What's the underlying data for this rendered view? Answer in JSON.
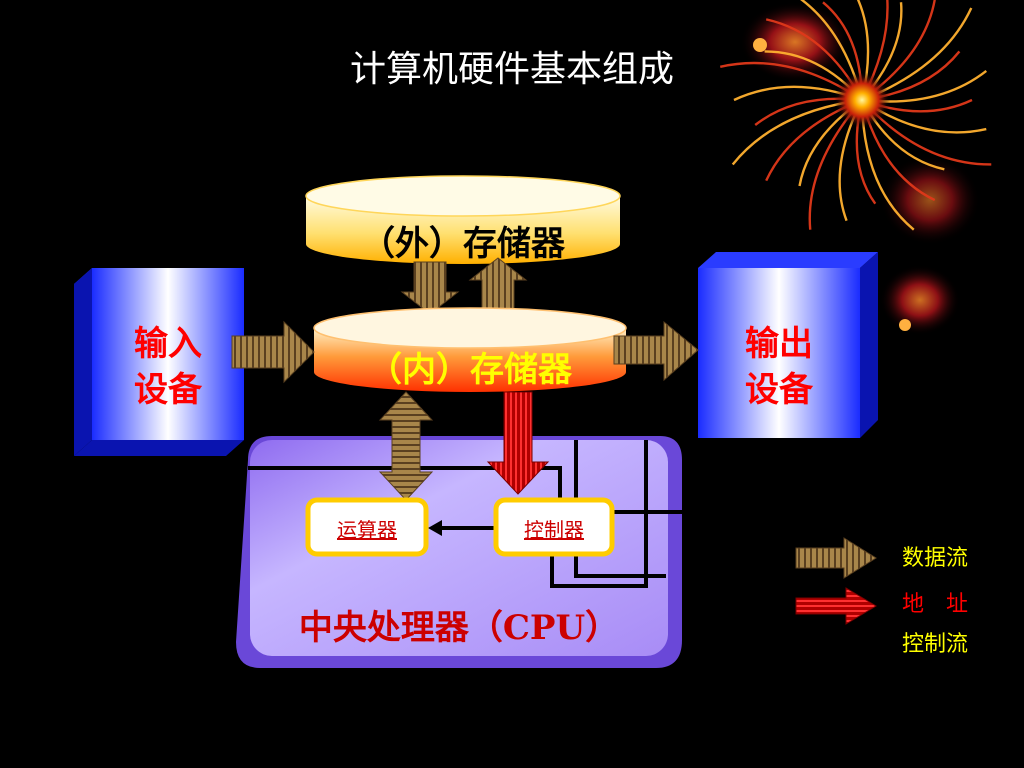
{
  "title": "计算机硬件基本组成",
  "nodes": {
    "external_storage": "（外）存储器",
    "internal_storage": "（内）存储器",
    "input_device": [
      "输入",
      "设备"
    ],
    "output_device": [
      "输出",
      "设备"
    ],
    "alu": "运算器",
    "controller": "控制器",
    "cpu": "中央处理器（CPU）"
  },
  "legend": {
    "data_flow": "数据流",
    "address": "地　址",
    "control_flow": "控制流"
  },
  "colors": {
    "background": "#000000",
    "title": "#ffffff",
    "device_label": "#ff0000",
    "storage_label": "#000000",
    "internal_storage_label": "#ffff00",
    "cpu_label": "#cc0000",
    "cpu_body": "#9d7cf0",
    "device_body": "#2a3cff",
    "box_border": "#ffcc00",
    "legend_data": "#ffff00",
    "legend_address": "#ff0000",
    "legend_control": "#ffff00",
    "data_arrow": "#9c7a3c",
    "address_arrow": "#b00000"
  },
  "icons": [
    "fireworks-icon"
  ]
}
